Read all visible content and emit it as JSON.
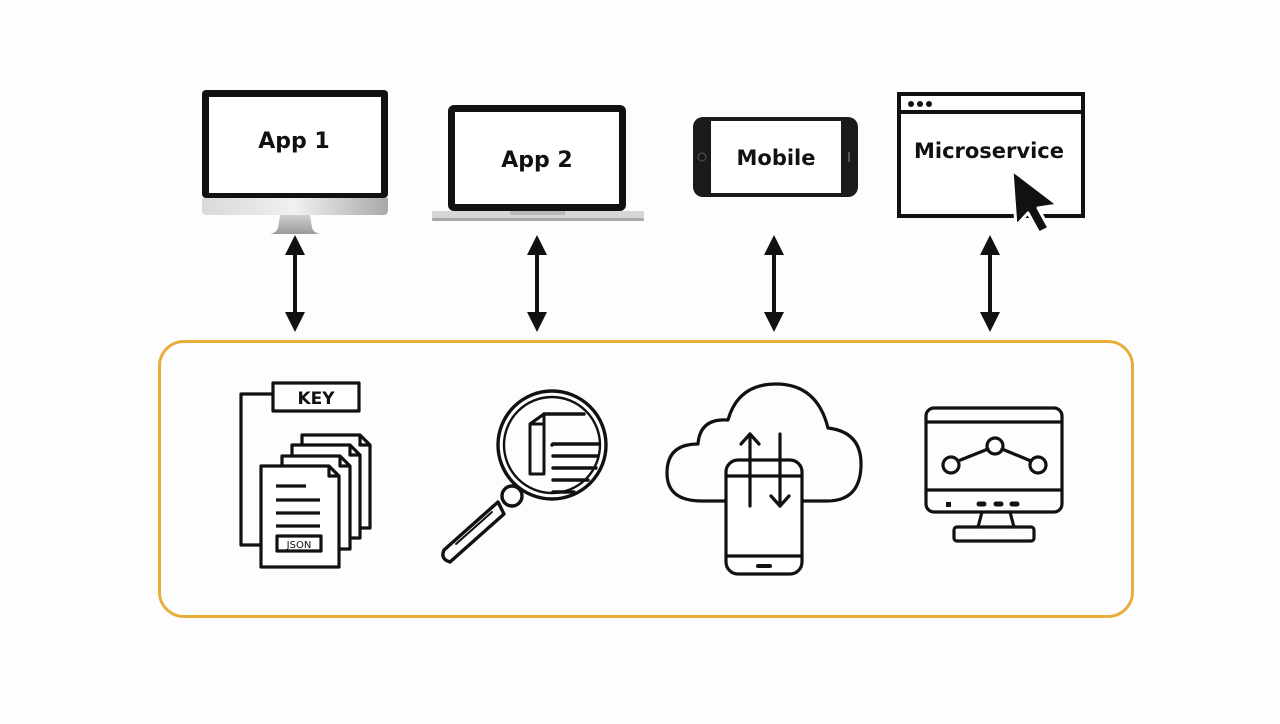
{
  "diagram": {
    "clients": [
      {
        "id": "app1",
        "label": "App 1",
        "icon": "desktop-monitor-icon"
      },
      {
        "id": "app2",
        "label": "App 2",
        "icon": "laptop-icon"
      },
      {
        "id": "mobile",
        "label": "Mobile",
        "icon": "smartphone-landscape-icon"
      },
      {
        "id": "microservice",
        "label": "Microservice",
        "icon": "browser-window-cursor-icon"
      }
    ],
    "connectors": [
      {
        "from": "app1",
        "to": "key-json-store",
        "direction": "bidirectional"
      },
      {
        "from": "app2",
        "to": "document-search",
        "direction": "bidirectional"
      },
      {
        "from": "mobile",
        "to": "cloud-sync",
        "direction": "bidirectional"
      },
      {
        "from": "microservice",
        "to": "analytics-monitor",
        "direction": "bidirectional"
      }
    ],
    "platform": {
      "border_color": "#e8ae3c",
      "capabilities": [
        {
          "id": "key-json-store",
          "icon": "key-json-documents-icon",
          "key_label": "KEY",
          "doc_label": "JSON"
        },
        {
          "id": "document-search",
          "icon": "magnifier-document-icon"
        },
        {
          "id": "cloud-sync",
          "icon": "cloud-phone-sync-icon"
        },
        {
          "id": "analytics-monitor",
          "icon": "monitor-line-chart-icon"
        }
      ]
    }
  }
}
